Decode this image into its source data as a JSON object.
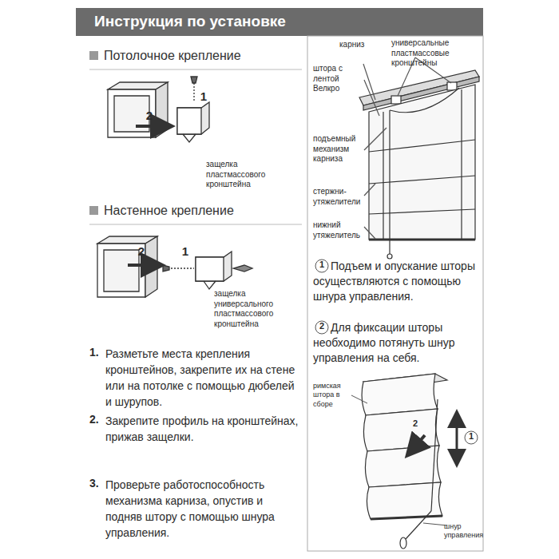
{
  "diagram": {
    "title": "Инструкция по установке",
    "labels": [
      "Потолочное крепление",
      "2",
      "1",
      "защелка пластмассового кронштейна",
      "Настенное крепление",
      "2",
      "1",
      "защелка универсального пластмассового кронштейна",
      "1.",
      "Разметьте места крепления кронштейнов, закрепите их на стене или на потолке с помощью дюбелей и шурупов.",
      "2.",
      "Закрепите профиль на кронштейнах, прижав защелки.",
      "3.",
      "Проверьте работоспособность механизма карниза, опустив и подняв штору с помощью шнура управления.",
      "карниз",
      "универсальные пластмассовые кронштейны",
      "штора с лентой Велкро",
      "подъемный механизм карниза",
      "стержни-утяжелители",
      "нижний утяжелитель",
      "1",
      "Подъем и опускание шторы осуществляются с помощью шнура управления.",
      "2",
      "Для фиксации шторы необходимо потянуть шнур управления на себя.",
      "римская штора в сборе",
      "2",
      "1",
      "шнур управления"
    ]
  }
}
